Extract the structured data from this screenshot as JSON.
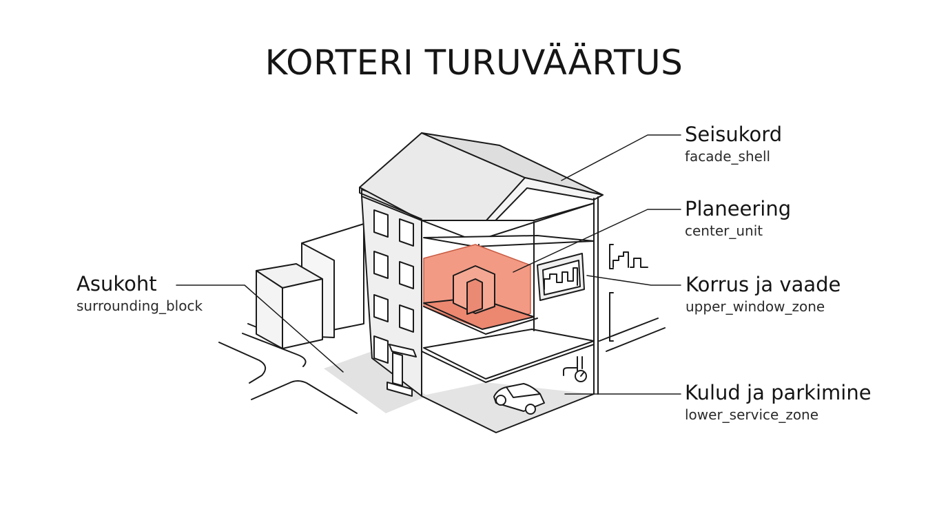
{
  "title": "KORTERI TURUVÄÄRTUS",
  "callouts": {
    "asukoht": {
      "label": "Asukoht",
      "key": "surrounding_block"
    },
    "seisukord": {
      "label": "Seisukord",
      "key": "facade_shell"
    },
    "planeering": {
      "label": "Planeering",
      "key": "center_unit"
    },
    "korrus": {
      "label": "Korrus ja vaade",
      "key": "upper_window_zone"
    },
    "kulud": {
      "label": "Kulud ja parkimine",
      "key": "lower_service_zone"
    }
  },
  "colors": {
    "highlight": "#f0917a",
    "highlight_dark": "#e4745c",
    "ink": "#1a1a1a",
    "shade": "#dcdcdc",
    "shade_light": "#ececec"
  },
  "icons": [
    "car-icon",
    "water-meter-icon",
    "skyline-icon",
    "door-icon"
  ]
}
